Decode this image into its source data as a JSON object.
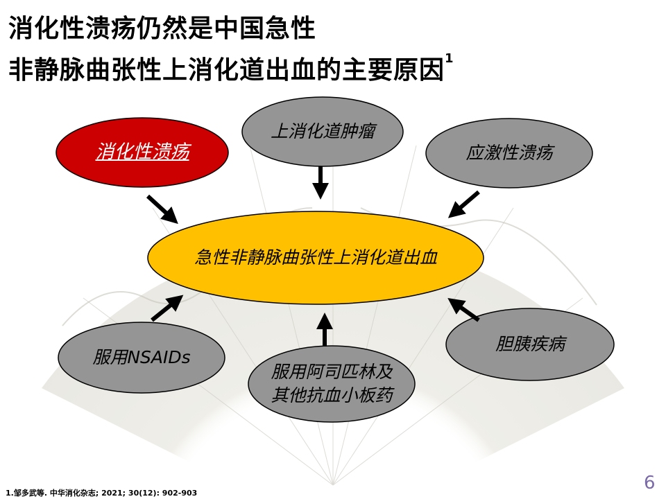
{
  "title": {
    "line1": "消化性溃疡仍然是中国急性",
    "line2": "非静脉曲张性上消化道出血的主要原因",
    "line2_sup": "1"
  },
  "diagram": {
    "center": "急性非静脉曲张性上消化道出血",
    "causes": {
      "peptic_ulcer": "消化性溃疡",
      "upper_gi_tumor": "上消化道肿瘤",
      "stress_ulcer": "应激性溃疡",
      "nsaids": "服用NSAIDs",
      "aspirin_line1": "服用阿司匹林及",
      "aspirin_line2": "其他抗血小板药",
      "biliary_pancreatic": "胆胰疾病"
    }
  },
  "colors": {
    "center_fill": "#ffc000",
    "highlight_fill": "#cc0000",
    "cause_fill": "#959595",
    "arrow": "#000000",
    "page_number": "#7a6aa8"
  },
  "footnote": "1.邹多武等. 中华消化杂志; 2021; 30(12): 902-903",
  "page_number": "6"
}
